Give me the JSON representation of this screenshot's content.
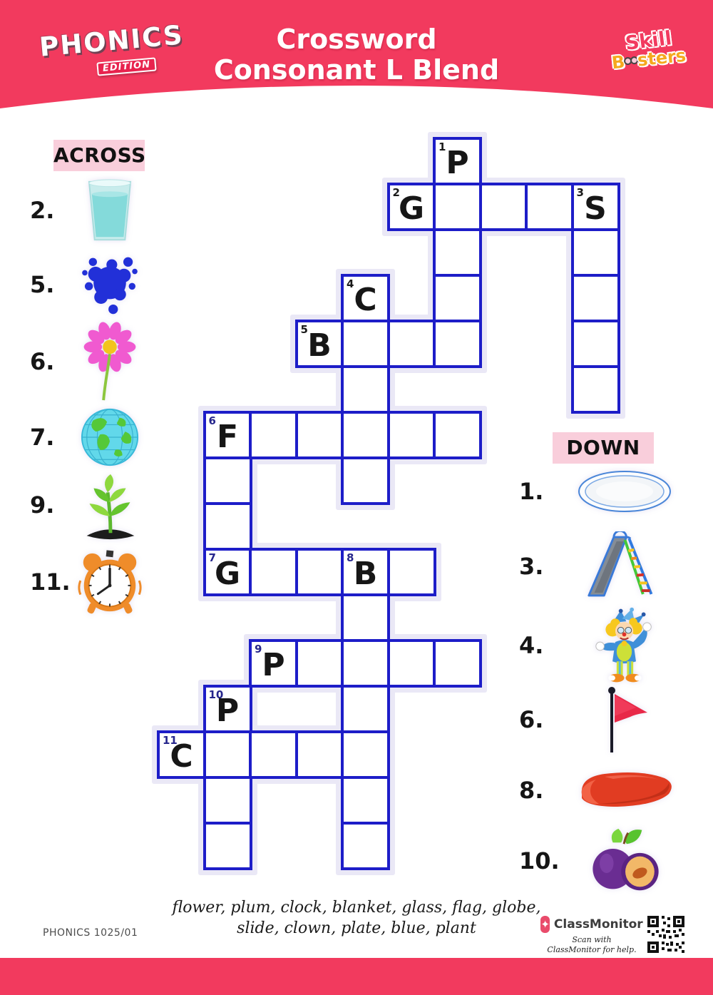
{
  "colors": {
    "pink": "#f23a5e",
    "light_pink": "#f9cedb",
    "tag_red": "#e8234e",
    "grid_blue": "#1d1dc8",
    "halo": "#eae8f6",
    "number_navy": "#26268c",
    "number_black": "#1a1a1a"
  },
  "header": {
    "logo_text": "PHONICS",
    "logo_tag": "EDITION",
    "title_line1": "Crossword",
    "title_line2": "Consonant L Blend",
    "brand_top": "Skill",
    "brand_bottom_left": "B",
    "brand_bottom_right": "sters"
  },
  "across": {
    "label": "ACROSS",
    "clues": [
      {
        "num": "2.",
        "icon": "glass"
      },
      {
        "num": "5.",
        "icon": "splat"
      },
      {
        "num": "6.",
        "icon": "flower"
      },
      {
        "num": "7.",
        "icon": "globe"
      },
      {
        "num": "9.",
        "icon": "plant"
      },
      {
        "num": "11.",
        "icon": "clock"
      }
    ]
  },
  "down": {
    "label": "DOWN",
    "clues": [
      {
        "num": "1.",
        "icon": "plate"
      },
      {
        "num": "3.",
        "icon": "slide"
      },
      {
        "num": "4.",
        "icon": "clown"
      },
      {
        "num": "6.",
        "icon": "flag"
      },
      {
        "num": "8.",
        "icon": "blanket"
      },
      {
        "num": "10.",
        "icon": "plum"
      }
    ]
  },
  "grid": {
    "cells": [
      {
        "c": 6,
        "r": 0,
        "n": "1",
        "l": "P"
      },
      {
        "c": 5,
        "r": 1,
        "n": "2",
        "l": "G"
      },
      {
        "c": 6,
        "r": 1
      },
      {
        "c": 7,
        "r": 1
      },
      {
        "c": 8,
        "r": 1
      },
      {
        "c": 9,
        "r": 1,
        "n": "3",
        "l": "S"
      },
      {
        "c": 6,
        "r": 2
      },
      {
        "c": 9,
        "r": 2
      },
      {
        "c": 4,
        "r": 3,
        "n": "4",
        "l": "C"
      },
      {
        "c": 6,
        "r": 3
      },
      {
        "c": 9,
        "r": 3
      },
      {
        "c": 3,
        "r": 4,
        "n": "5",
        "l": "B"
      },
      {
        "c": 4,
        "r": 4
      },
      {
        "c": 5,
        "r": 4
      },
      {
        "c": 6,
        "r": 4
      },
      {
        "c": 9,
        "r": 4
      },
      {
        "c": 4,
        "r": 5
      },
      {
        "c": 9,
        "r": 5
      },
      {
        "c": 1,
        "r": 6,
        "n": "6",
        "l": "F"
      },
      {
        "c": 2,
        "r": 6
      },
      {
        "c": 3,
        "r": 6
      },
      {
        "c": 4,
        "r": 6
      },
      {
        "c": 5,
        "r": 6
      },
      {
        "c": 6,
        "r": 6
      },
      {
        "c": 1,
        "r": 7
      },
      {
        "c": 4,
        "r": 7
      },
      {
        "c": 1,
        "r": 8
      },
      {
        "c": 1,
        "r": 9,
        "n": "7",
        "l": "G"
      },
      {
        "c": 2,
        "r": 9
      },
      {
        "c": 3,
        "r": 9
      },
      {
        "c": 4,
        "r": 9,
        "n": "8",
        "l": "B"
      },
      {
        "c": 5,
        "r": 9
      },
      {
        "c": 4,
        "r": 10
      },
      {
        "c": 2,
        "r": 11,
        "n": "9",
        "l": "P"
      },
      {
        "c": 3,
        "r": 11
      },
      {
        "c": 4,
        "r": 11
      },
      {
        "c": 5,
        "r": 11
      },
      {
        "c": 6,
        "r": 11
      },
      {
        "c": 1,
        "r": 12,
        "n": "10",
        "l": "P"
      },
      {
        "c": 4,
        "r": 12
      },
      {
        "c": 0,
        "r": 13,
        "n": "11",
        "l": "C"
      },
      {
        "c": 1,
        "r": 13
      },
      {
        "c": 2,
        "r": 13
      },
      {
        "c": 3,
        "r": 13
      },
      {
        "c": 4,
        "r": 13
      },
      {
        "c": 1,
        "r": 14
      },
      {
        "c": 4,
        "r": 14
      },
      {
        "c": 1,
        "r": 15
      },
      {
        "c": 4,
        "r": 15
      }
    ]
  },
  "word_bank": {
    "line1": "flower, plum, clock, blanket, glass, flag, globe,",
    "line2": "slide, clown, plate, blue, plant"
  },
  "footer": {
    "code": "PHONICS 1025/01",
    "brand": "ClassMonitor",
    "scan_line1": "Scan with",
    "scan_line2": "ClassMonitor for help."
  }
}
